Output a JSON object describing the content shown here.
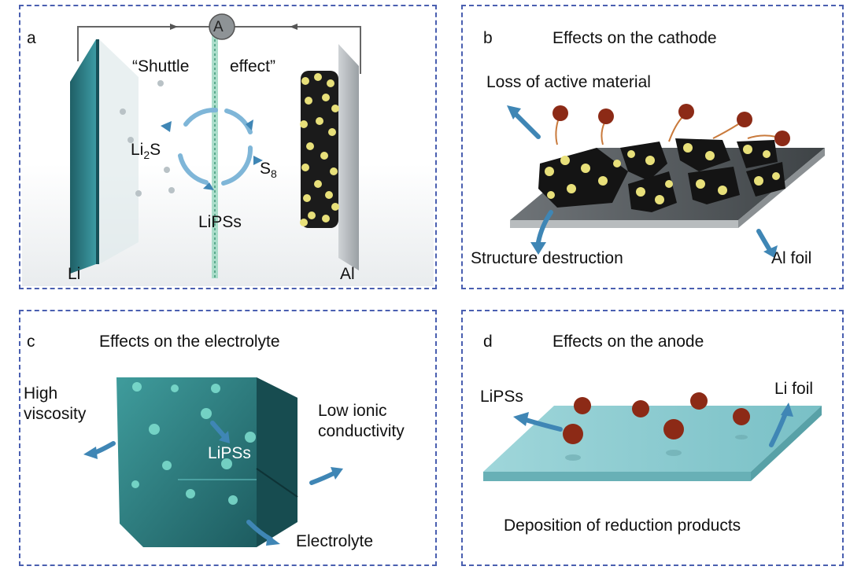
{
  "panel_a": {
    "letter": "a",
    "ammeter": "A",
    "shuttle_left": "“Shuttle",
    "shuttle_right": "effect”",
    "li2s": "Li",
    "li2s_sub": "2",
    "li2s_end": "S",
    "s8": "S",
    "s8_sub": "8",
    "lipss": "LiPSs",
    "li": "Li",
    "al": "Al"
  },
  "panel_b": {
    "letter": "b",
    "title": "Effects on the cathode",
    "loss": "Loss of active material",
    "structure": "Structure destruction",
    "al_foil": "Al foil"
  },
  "panel_c": {
    "letter": "c",
    "title": "Effects on the electrolyte",
    "high": "High",
    "viscosity": "viscosity",
    "low_ionic": "Low ionic",
    "conductivity": "conductivity",
    "lipss": "LiPSs",
    "electrolyte": "Electrolyte"
  },
  "panel_d": {
    "letter": "d",
    "title": "Effects on the anode",
    "lipss": "LiPSs",
    "li_foil": "Li foil",
    "deposition": "Deposition of reduction products"
  },
  "colors": {
    "frame": "#4a5fb0",
    "teal": "#2d7f86",
    "arrow": "#3f86b5",
    "sulfur": "#e8e07a",
    "polysulfide": "#8c2a16"
  }
}
